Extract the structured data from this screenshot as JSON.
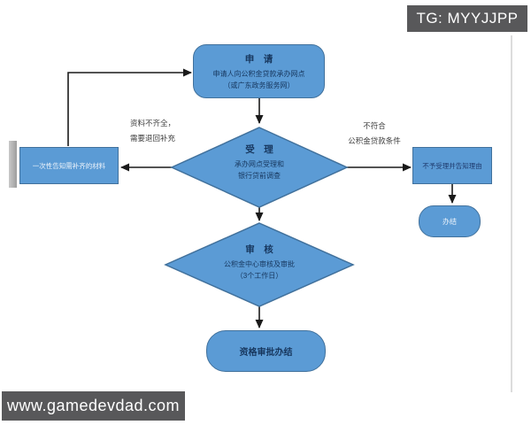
{
  "colors": {
    "page_bg": "#ffffff",
    "shape_fill": "#5b9bd5",
    "shape_border": "#41719c",
    "title_text": "#17375e",
    "body_text": "#1f3b6e",
    "light_text": "#eef4fb",
    "connector": "#1a1a1a",
    "label_text": "#3d3d3d",
    "watermark_bg": "#58585a",
    "watermark_text": "#ffffff"
  },
  "watermarks": {
    "top_right": "TG: MYYJJPP",
    "bottom_left": "www.gamedevdad.com"
  },
  "flowchart": {
    "apply": {
      "title": "申　请",
      "line1": "申请人向公积金贷款承办网点",
      "line2": "（或广东政务服务网）"
    },
    "accept": {
      "title": "受　理",
      "line1": "承办网点受理和",
      "line2": "银行贷前调查"
    },
    "supplement_box": {
      "label": "一次性告知需补齐的材料"
    },
    "reject_box": {
      "label": "不予受理并告知理由"
    },
    "reject_end_box": {
      "label": "办结"
    },
    "review": {
      "title": "审　核",
      "line1": "公积金中心审核及审批",
      "line2": "（3个工作日）"
    },
    "finish_box": {
      "label": "资格审批办结"
    },
    "labels": {
      "incomplete_line1": "资料不齐全，",
      "incomplete_line2": "需要退回补充",
      "unqualified_line1": "不符合",
      "unqualified_line2": "公积金贷款条件"
    }
  }
}
